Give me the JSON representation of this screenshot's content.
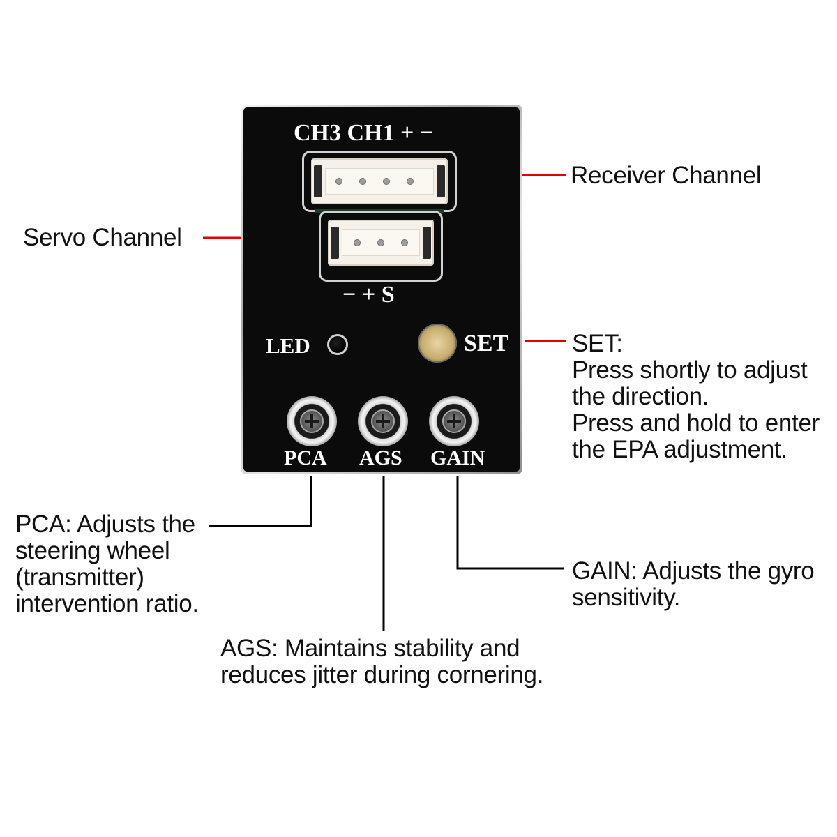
{
  "board": {
    "header_label": "CH3 CH1 + −",
    "servo_pins_label": "− + S",
    "led_label": "LED",
    "set_label": "SET",
    "pots": [
      {
        "label": "PCA"
      },
      {
        "label": "AGS"
      },
      {
        "label": "GAIN"
      }
    ]
  },
  "callouts": {
    "receiver_channel": "Receiver Channel",
    "servo_channel": "Servo Channel",
    "set": [
      "SET:",
      "Press shortly to adjust",
      "the direction.",
      "Press and hold to enter",
      "the EPA adjustment."
    ],
    "pca": [
      "PCA: Adjusts the",
      "steering wheel",
      "(transmitter)",
      "intervention ratio."
    ],
    "gain": [
      "GAIN: Adjusts the gyro",
      "sensitivity."
    ],
    "ags": [
      "AGS: Maintains stability and",
      "reduces jitter during cornering."
    ]
  },
  "colors": {
    "receiver_line": "#e00000",
    "servo_line": "#e00000",
    "set_line": "#e00000",
    "pot_lines": "#000000",
    "board": "#0b0b0b"
  }
}
